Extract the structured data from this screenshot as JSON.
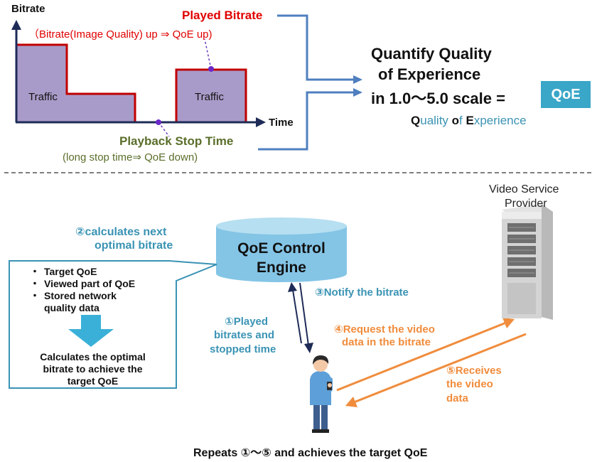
{
  "chart": {
    "y_label": "Bitrate",
    "x_label": "Time",
    "traffic_1": "Traffic",
    "traffic_2": "Traffic",
    "played_bitrate": "Played Bitrate",
    "played_bitrate_note": "（Bitrate(Image Quality) up ⇒ QoE up)",
    "stop_time": "Playback Stop Time",
    "stop_time_note": "(long stop time⇒ QoE down)"
  },
  "quantify": {
    "line1": "Quantify Quality",
    "line2": "of Experience",
    "line3": "in 1.0～5.0 scale =",
    "badge": "QoE",
    "expansion": [
      {
        "text": "Q",
        "accent": true
      },
      {
        "text": "uality ",
        "accent": false
      },
      {
        "text": "o",
        "accent": true
      },
      {
        "text": "f ",
        "accent": false
      },
      {
        "text": "E",
        "accent": true
      },
      {
        "text": "xperience",
        "accent": false
      }
    ]
  },
  "engine": {
    "label_line1": "QoE Control",
    "label_line2": "Engine",
    "calc_label_line1": "②calculates next",
    "calc_label_line2": "optimal bitrate"
  },
  "inputs_box": {
    "items": [
      "Target QoE",
      "Viewed part of QoE",
      "Stored network",
      "quality data"
    ],
    "result_line1": "Calculates the optimal",
    "result_line2": "bitrate to achieve the",
    "result_line3": "target QoE"
  },
  "steps": {
    "played_line1": "①Played",
    "played_line2": "bitrates and",
    "played_line3": "stopped time",
    "notify": "③Notify the bitrate",
    "request_line1": "④Request the video",
    "request_line2": "data in the bitrate",
    "receive_line1": "⑤Receives",
    "receive_line2": "the video",
    "receive_line3": "data"
  },
  "provider": {
    "line1": "Video Service",
    "line2": "Provider"
  },
  "footer": "Repeats ①～⑤ and achieves the target QoE",
  "colors": {
    "red": "#e00000",
    "teal": "#3a93b4",
    "orange": "#f08c3c",
    "olive": "#5a6e2a",
    "purple_fill": "#a99bc9",
    "dark_red_line": "#c00000",
    "arrow_blue": "#4f7fbf"
  }
}
